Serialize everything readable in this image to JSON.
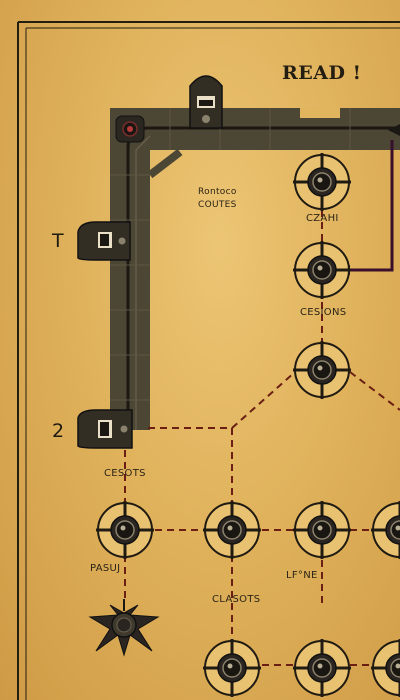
{
  "board": {
    "title": "READ !",
    "labels": {
      "route_note": "Rontoco\nCOUTES",
      "node_top": "CZAHI",
      "node_mid": "CESIONS",
      "node_left": "CESOTS",
      "node_bottom_left": "PASUJ",
      "node_bottom_mid": "CLASOTS",
      "node_bottom_right": "LF°NE"
    },
    "side_marks": {
      "upper": "T",
      "lower": "2"
    }
  },
  "colors": {
    "parchment": "#e0b25c",
    "track": "#4c4634",
    "ink": "#1f1a12",
    "dashed_path": "#6b1f14",
    "accent_line": "#3a0f2c"
  },
  "icons": {
    "node": "crosshair-node-icon",
    "gate": "gate-marker-icon",
    "shield": "shield-marker-icon",
    "beast": "beast-token-icon"
  }
}
